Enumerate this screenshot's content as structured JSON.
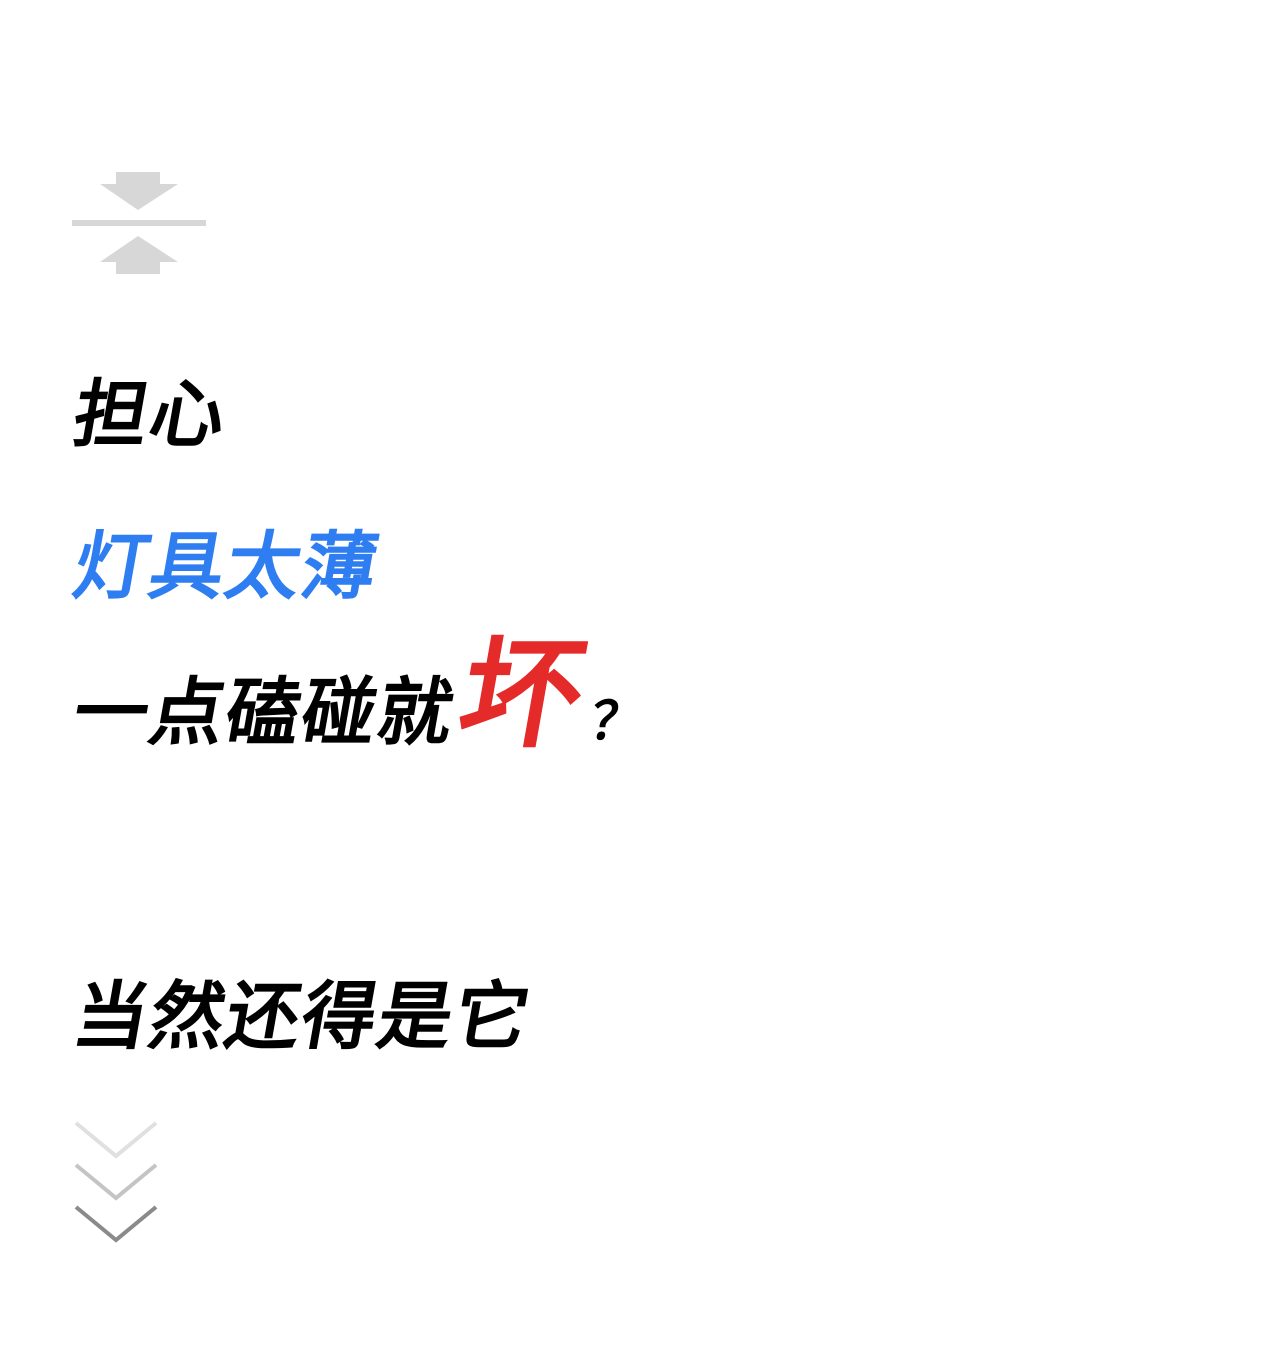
{
  "icon": {
    "name": "compress-icon",
    "color": "#d7d7d7"
  },
  "lines": {
    "line1": {
      "text": "担心",
      "color": "#000000"
    },
    "line2": {
      "text": "灯具太薄",
      "color": "#2f7ef1"
    },
    "line3": {
      "before": "一点磕碰就",
      "emphasis": "坏",
      "emphasis_color": "#e52a2a",
      "after": "？",
      "color": "#000000"
    },
    "line4": {
      "text": "当然还得是它",
      "color": "#000000"
    }
  },
  "chevrons": {
    "colors": [
      "#e0e0e0",
      "#c4c4c4",
      "#8a8a8a"
    ]
  }
}
